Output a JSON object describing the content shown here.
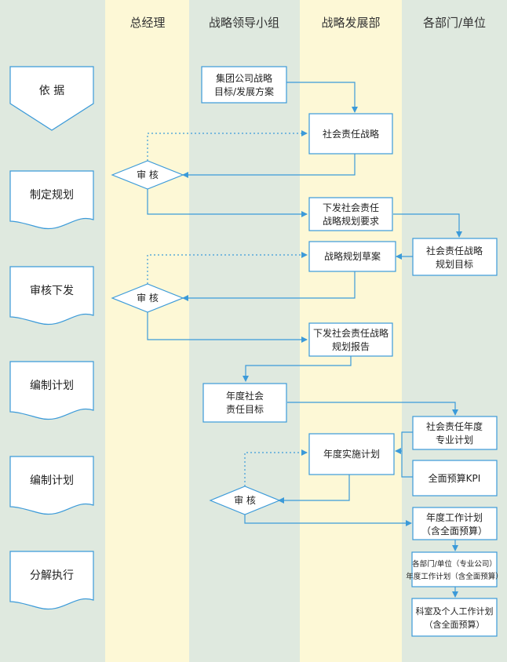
{
  "lanes": {
    "general_manager": "总经理",
    "strategy_group": "战略领导小组",
    "strategy_dept": "战略发展部",
    "departments": "各部门/单位"
  },
  "stages": {
    "basis": "依    据",
    "make_plan": "制定规划",
    "review_issue": "审核下发",
    "compile_plan_1": "编制计划",
    "compile_plan_2": "编制计划",
    "decompose_execute": "分解执行"
  },
  "nodes": {
    "group_strategy_l1": "集团公司战略",
    "group_strategy_l2": "目标/发展方案",
    "csr_strategy": "社会责任战略",
    "review_1": "审    核",
    "issue_req_l1": "下发社会责任",
    "issue_req_l2": "战略规划要求",
    "dept_target_l1": "社会责任战略",
    "dept_target_l2": "规划目标",
    "draft": "战略规划草案",
    "review_2": "审    核",
    "issue_report_l1": "下发社会责任战略",
    "issue_report_l2": "规划报告",
    "annual_target_l1": "年度社会",
    "annual_target_l2": "责任目标",
    "annual_pro_plan_l1": "社会责任年度",
    "annual_pro_plan_l2": "专业计划",
    "budget_kpi": "全面预算KPI",
    "annual_impl_plan": "年度实施计划",
    "review_3": "审    核",
    "annual_work_plan_l1": "年度工作计划",
    "annual_work_plan_l2": "（含全面预算）",
    "dept_annual_plan_l1": "各部门/单位（专业公司）",
    "dept_annual_plan_l2": "年度工作计划（含全面预算）",
    "section_plan_l1": "科室及个人工作计划",
    "section_plan_l2": "（含全面预算）"
  },
  "colors": {
    "lane_gray": "#dfe9df",
    "lane_yellow": "#fdf8d6",
    "stroke": "#3b9ad9"
  }
}
